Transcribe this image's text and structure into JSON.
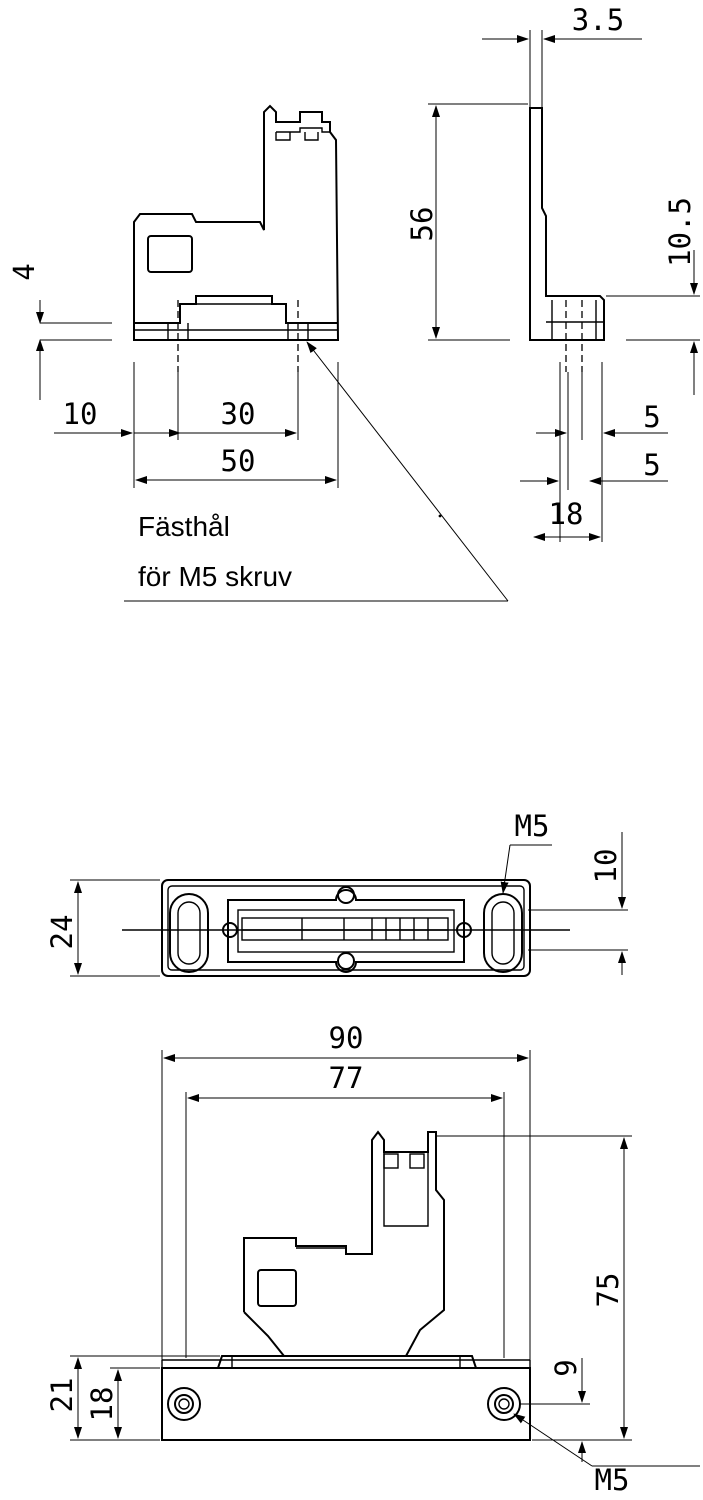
{
  "top_view": {
    "front": {
      "dim_height_left": "4",
      "dim_offset": "10",
      "dim_hole_spacing": "30",
      "dim_width": "50",
      "callout_line1": "Fästhål",
      "callout_line2": "för M5 skruv"
    },
    "side": {
      "dim_thickness": "3.5",
      "dim_height": "56",
      "dim_base_height": "10.5",
      "dim_hole_offset_a": "5",
      "dim_hole_offset_b": "5",
      "dim_depth": "18"
    }
  },
  "bottom_view": {
    "top": {
      "dim_screw": "M5",
      "dim_slot": "10",
      "dim_height": "24"
    },
    "front": {
      "dim_outer_width": "90",
      "dim_inner_width": "77",
      "dim_total_height": "75",
      "dim_base_outer": "21",
      "dim_base_inner": "18",
      "dim_hole_height": "9",
      "dim_screw": "M5"
    }
  }
}
